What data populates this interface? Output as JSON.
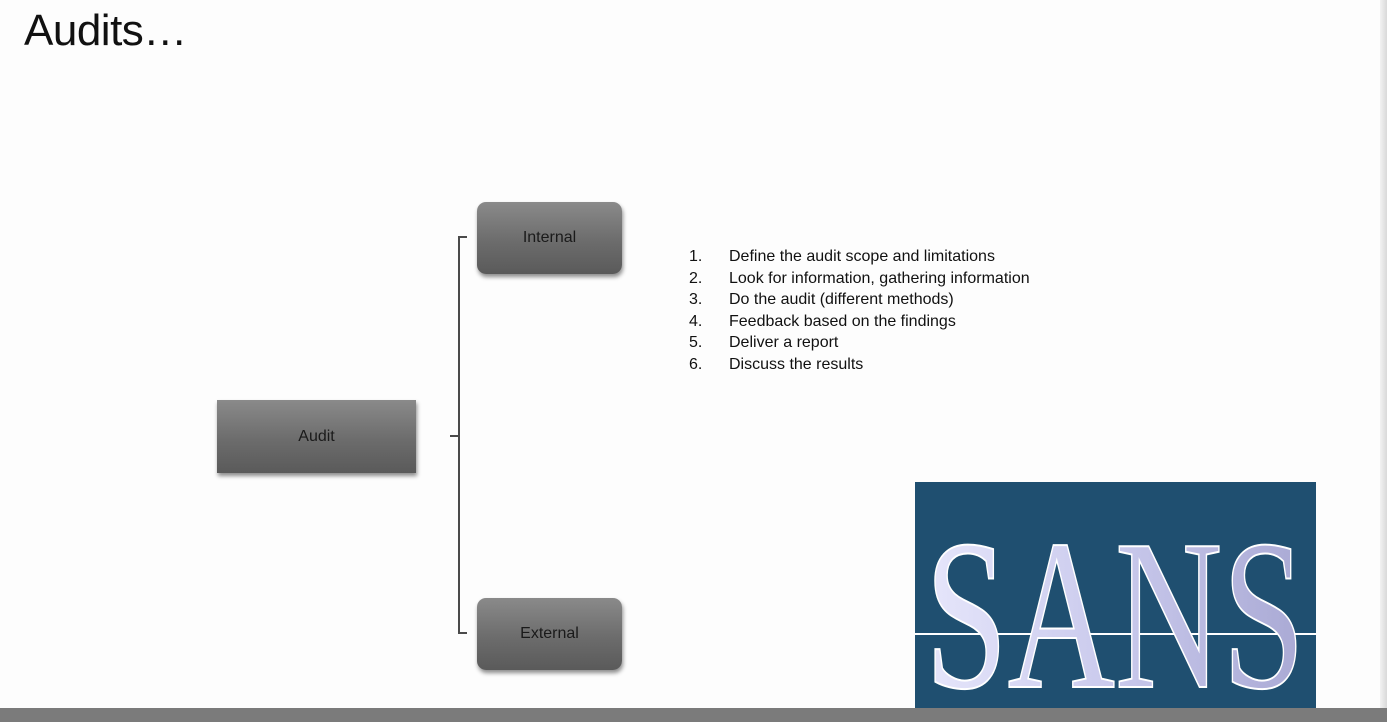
{
  "slide": {
    "title": "Audits…"
  },
  "diagram": {
    "root": "Audit",
    "branches": [
      "Internal",
      "External"
    ]
  },
  "steps": [
    {
      "num": "1.",
      "text": "Define the audit scope and limitations"
    },
    {
      "num": "2.",
      "text": "Look for information, gathering information"
    },
    {
      "num": "3.",
      "text": "Do the audit  (different methods)"
    },
    {
      "num": "4.",
      "text": "Feedback based on the findings"
    },
    {
      "num": "5.",
      "text": "Deliver a report"
    },
    {
      "num": "6.",
      "text": "Discuss the results"
    }
  ],
  "logo": {
    "text": "SANS",
    "background": "#1f4f70",
    "letter_color": "#c9c9ec"
  }
}
